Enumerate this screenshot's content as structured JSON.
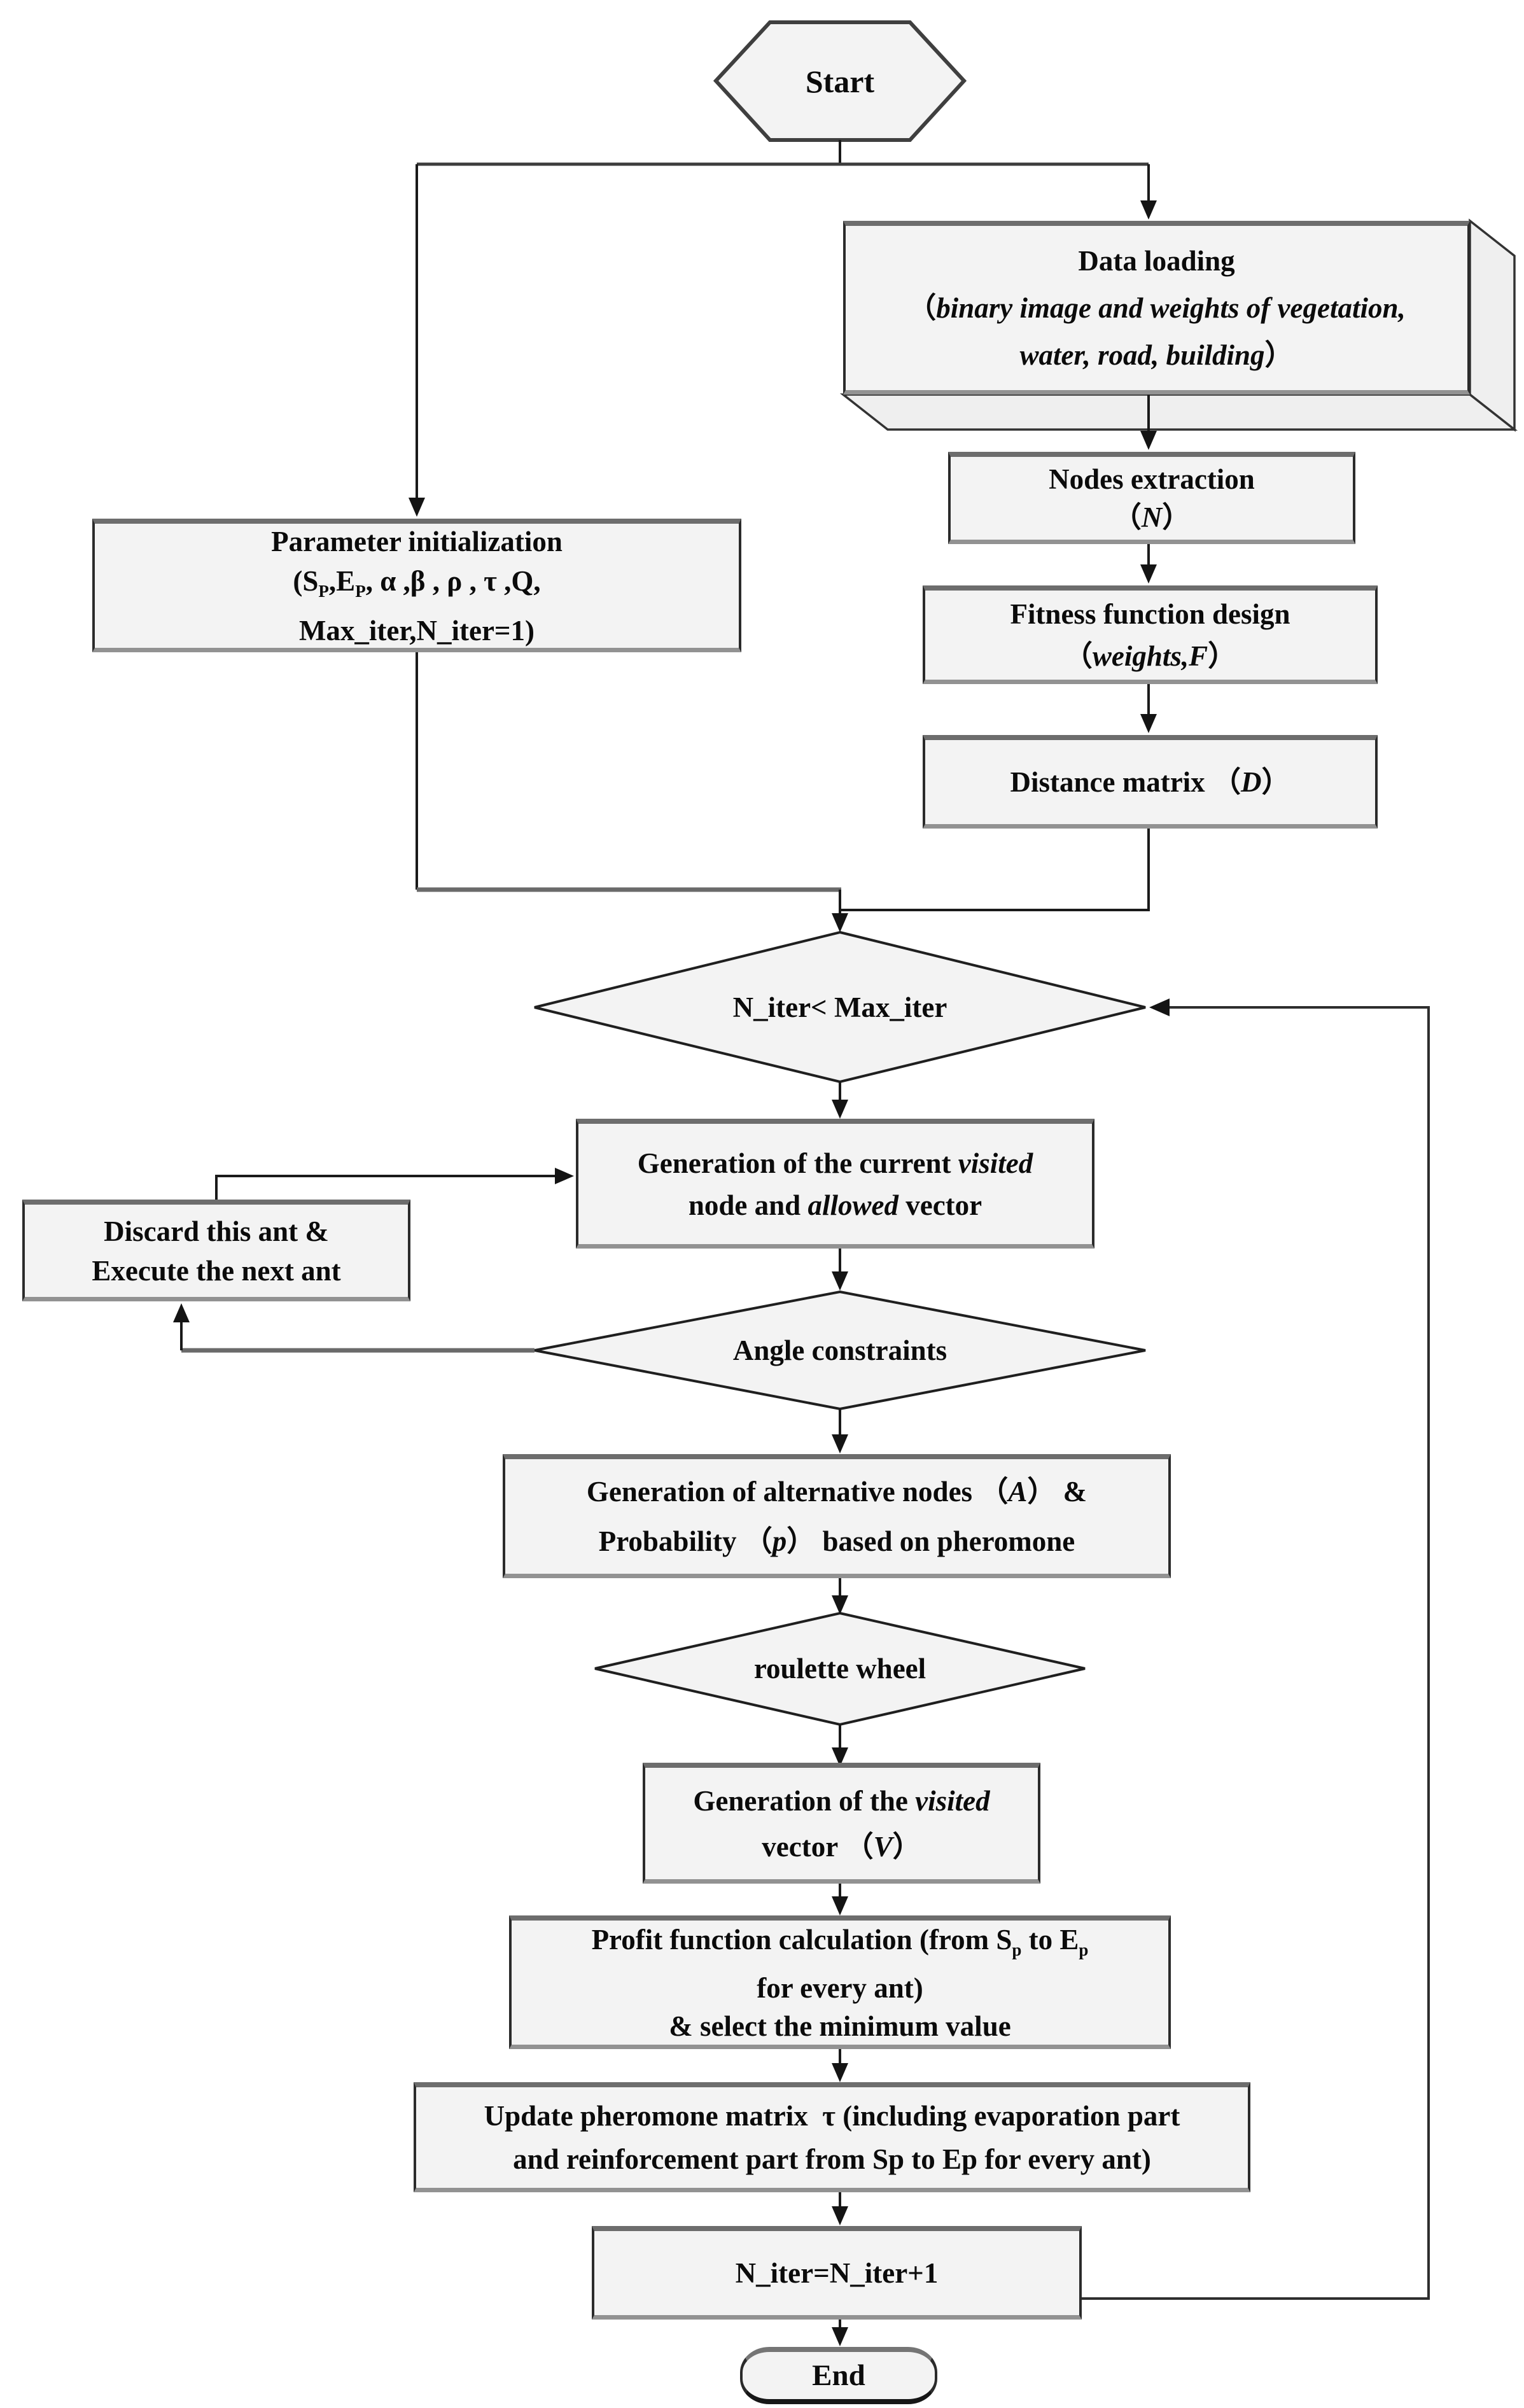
{
  "colors": {
    "node_fill": "#f3f3f3",
    "edge_dark": "#1a1a1a",
    "edge_gray": "#6a6a6a",
    "border_dark": "#2b2b2b",
    "border_gray": "#6d6d6d",
    "text": "#0b0b0b",
    "background": "#ffffff"
  },
  "nodes": {
    "start": {
      "label": "Start"
    },
    "data_loading": {
      "lines": [
        [
          {
            "t": "Data loading"
          }
        ],
        [
          {
            "t": "（"
          },
          {
            "t": "binary image and weights of vegetation,",
            "i": true
          }
        ],
        [
          {
            "t": "water, road, building",
            "i": true
          },
          {
            "t": "）"
          }
        ]
      ]
    },
    "nodes_extraction": {
      "lines": [
        [
          {
            "t": "Nodes extraction"
          }
        ],
        [
          {
            "t": "（"
          },
          {
            "t": "N",
            "i": true
          },
          {
            "t": "）"
          }
        ]
      ]
    },
    "fitness": {
      "lines": [
        [
          {
            "t": "Fitness function design"
          }
        ],
        [
          {
            "t": "（"
          },
          {
            "t": "weights,F",
            "i": true
          },
          {
            "t": "）"
          }
        ]
      ]
    },
    "distance": {
      "lines": [
        [
          {
            "t": "Distance matrix "
          },
          {
            "t": "（"
          },
          {
            "t": "D",
            "i": true
          },
          {
            "t": "）"
          }
        ]
      ]
    },
    "param_init": {
      "lines": [
        [
          {
            "t": "Parameter initialization"
          }
        ],
        [
          {
            "t": "(S"
          },
          {
            "t": "P",
            "b": true
          },
          {
            "t": ",E"
          },
          {
            "t": "P",
            "b": true
          },
          {
            "t": ", α ,β , ρ , τ ,Q,"
          }
        ],
        [
          {
            "t": "Max_iter,N_iter=1)"
          }
        ]
      ]
    },
    "iter_check": {
      "lines": [
        [
          {
            "t": "N_iter< Max_iter"
          }
        ]
      ]
    },
    "gen_current": {
      "lines": [
        [
          {
            "t": "Generation of the current "
          },
          {
            "t": "visited",
            "i": true
          }
        ],
        [
          {
            "t": "node and "
          },
          {
            "t": "allowed",
            "i": true
          },
          {
            "t": " vector"
          }
        ]
      ]
    },
    "discard": {
      "lines": [
        [
          {
            "t": "Discard this ant &"
          }
        ],
        [
          {
            "t": "Execute the next ant"
          }
        ]
      ]
    },
    "angle": {
      "lines": [
        [
          {
            "t": "Angle constraints"
          }
        ]
      ]
    },
    "alt_nodes": {
      "lines": [
        [
          {
            "t": "Generation of alternative nodes "
          },
          {
            "t": "（"
          },
          {
            "t": "A",
            "i": true
          },
          {
            "t": "）"
          },
          {
            "t": " &"
          }
        ],
        [
          {
            "t": "Probability "
          },
          {
            "t": "（"
          },
          {
            "t": "p",
            "i": true
          },
          {
            "t": "）"
          },
          {
            "t": " based on pheromone"
          }
        ]
      ]
    },
    "roulette": {
      "lines": [
        [
          {
            "t": "roulette wheel"
          }
        ]
      ]
    },
    "gen_visited": {
      "lines": [
        [
          {
            "t": "Generation of the "
          },
          {
            "t": "visited",
            "i": true
          }
        ],
        [
          {
            "t": "vector "
          },
          {
            "t": "（"
          },
          {
            "t": "V",
            "i": true
          },
          {
            "t": "）"
          }
        ]
      ]
    },
    "profit": {
      "lines": [
        [
          {
            "t": "Profit function calculation (from S"
          },
          {
            "t": "p",
            "b": true
          },
          {
            "t": " to E"
          },
          {
            "t": "p",
            "b": true
          }
        ],
        [
          {
            "t": "for every ant)"
          }
        ],
        [
          {
            "t": "& select the minimum value"
          }
        ]
      ]
    },
    "update_pheromone": {
      "lines": [
        [
          {
            "t": "Update pheromone matrix  τ (including evaporation part"
          }
        ],
        [
          {
            "t": "and reinforcement part from Sp to Ep for every ant)"
          }
        ]
      ]
    },
    "n_iter": {
      "lines": [
        [
          {
            "t": "N_iter=N_iter+1"
          }
        ]
      ]
    },
    "end": {
      "label": "End"
    }
  }
}
